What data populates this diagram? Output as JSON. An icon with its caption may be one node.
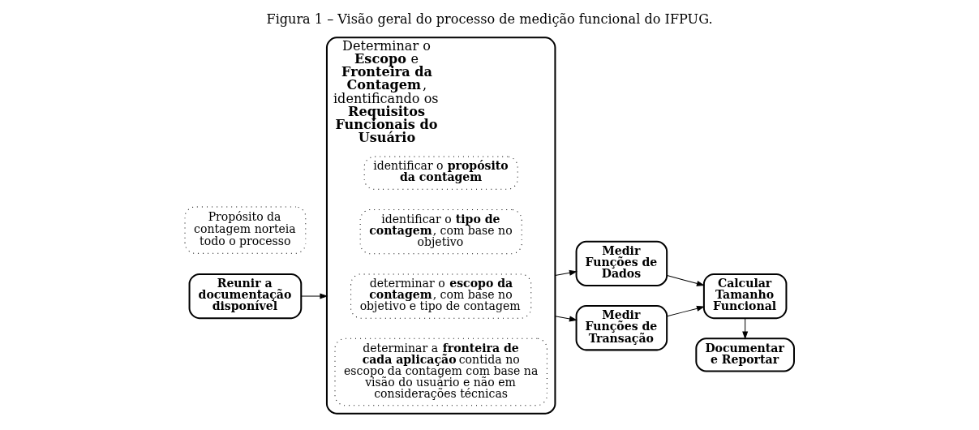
{
  "diagram": {
    "title": "Figura 1 – Visão geral do processo de medição funcional do IFPUG.",
    "nodes": [
      {
        "text": [
          "Propósito da contagem norteia todo o processo"
        ]
      },
      {
        "text": [
          "Reunir a documentação disponível"
        ]
      },
      {
        "text": [
          "Determinar o **Escopo** e **Fronteira da Contagem**, identificando os **Requisitos Funcionais do Usuário**"
        ]
      },
      {
        "text": [
          "identificar o **propósito da contagem**"
        ],
        "in": 2
      },
      {
        "text": [
          "identificar o **tipo de contagem**, com base no objetivo"
        ],
        "in": 2
      },
      {
        "text": [
          "determinar o **escopo da contagem**, com base no objetivo e tipo de contagem"
        ],
        "in": 2
      },
      {
        "text": [
          "determinar a **fronteira de cada aplicação** contida no escopo da contagem com base na visão do usuário e não em considerações técnicas"
        ],
        "in": 2
      },
      {
        "text": [
          "Medir Funções de Dados"
        ]
      },
      {
        "text": [
          "Medir Funções de Transação"
        ]
      },
      {
        "text": [
          "Calcular Tamanho Funcional"
        ]
      },
      {
        "text": [
          "Documentar e Reportar"
        ]
      }
    ],
    "edges": [
      {
        "from": 1,
        "to": 2,
        "arrow": "to"
      },
      {
        "from": 2,
        "to": 7,
        "arrow": "to"
      },
      {
        "from": 2,
        "to": 8,
        "arrow": "to"
      },
      {
        "from": 7,
        "to": 9,
        "arrow": "to"
      },
      {
        "from": 8,
        "to": 9,
        "arrow": "to"
      },
      {
        "from": 9,
        "to": 10,
        "arrow": "to"
      }
    ]
  }
}
